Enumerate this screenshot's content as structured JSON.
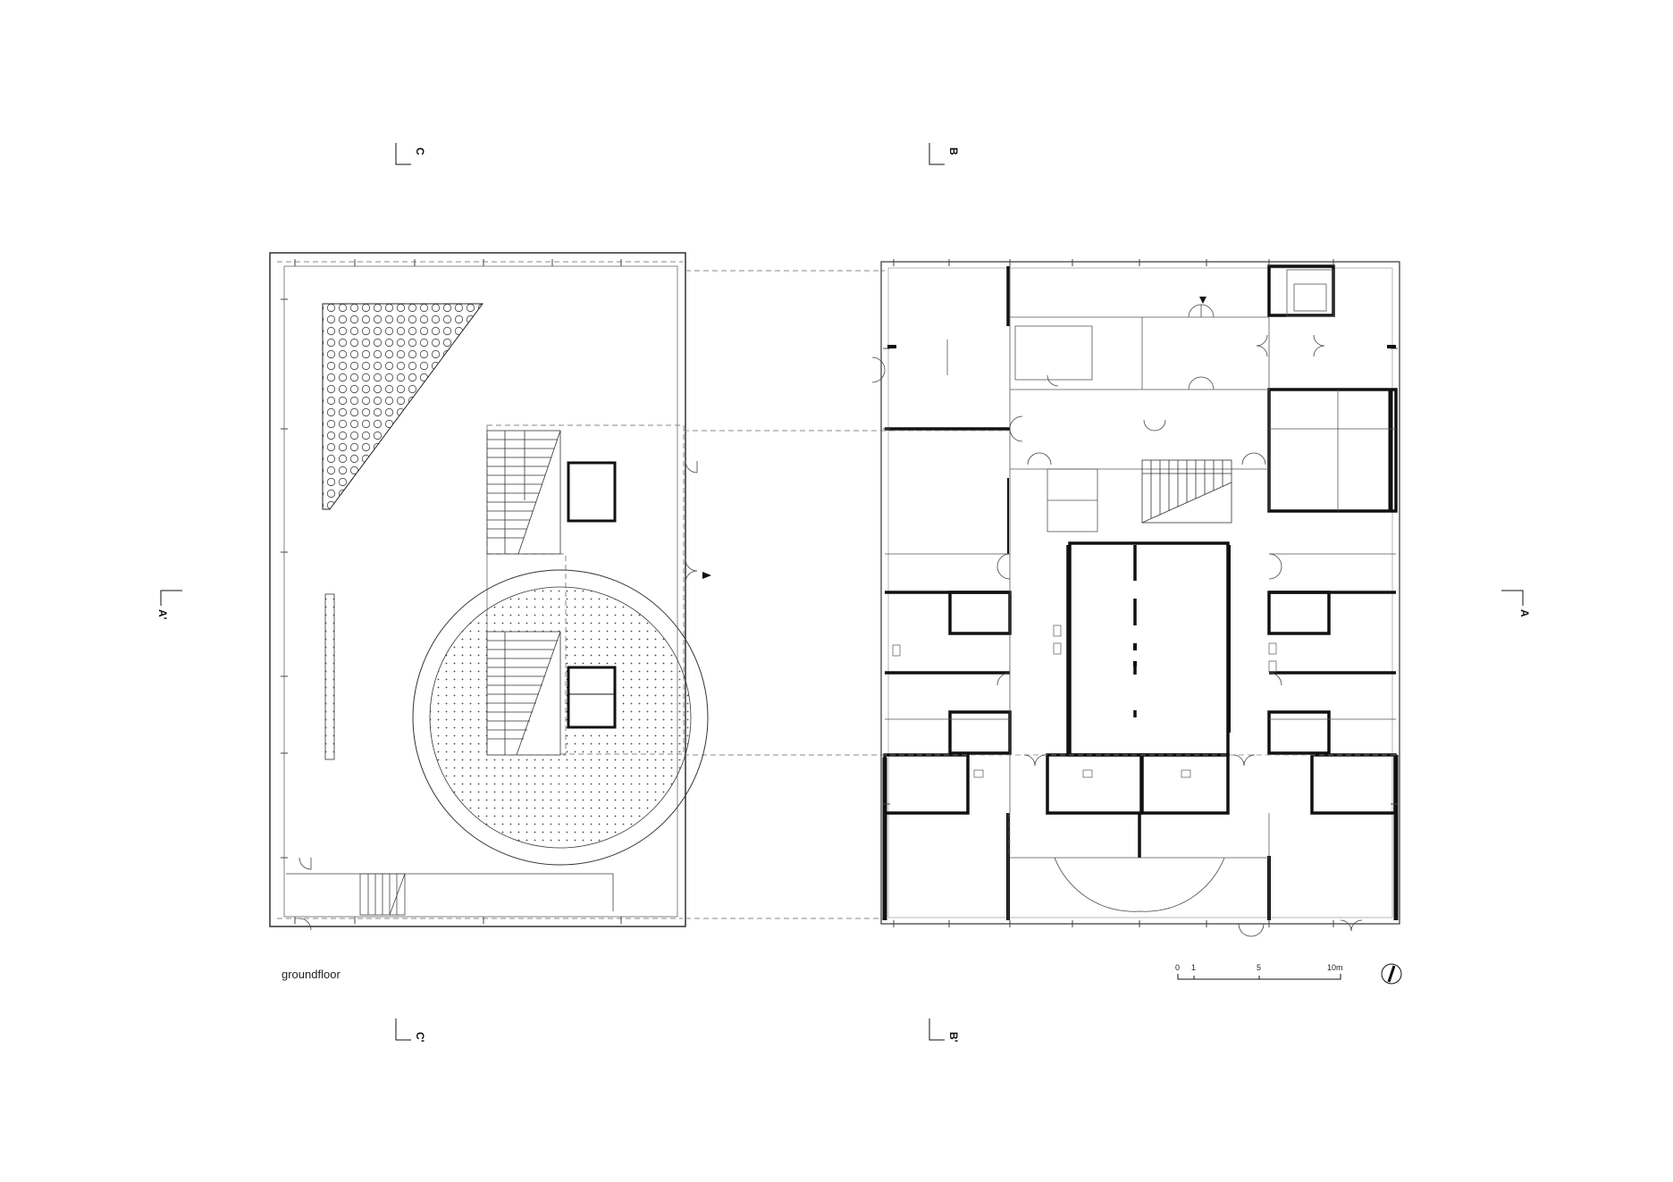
{
  "drawing": {
    "caption": "groundfloor",
    "section_markers": {
      "a_left": "A'",
      "a_right": "A",
      "b_top": "B",
      "b_bottom": "B'",
      "c_top": "C",
      "c_bottom": "C'"
    },
    "scale_bar": {
      "label_0": "0",
      "label_1": "1",
      "label_5": "5",
      "label_10": "10m"
    },
    "north_arrow_icon": "north-arrow-icon",
    "colors": {
      "line": "#111111",
      "thin": "#555555",
      "dash": "#888888"
    }
  }
}
